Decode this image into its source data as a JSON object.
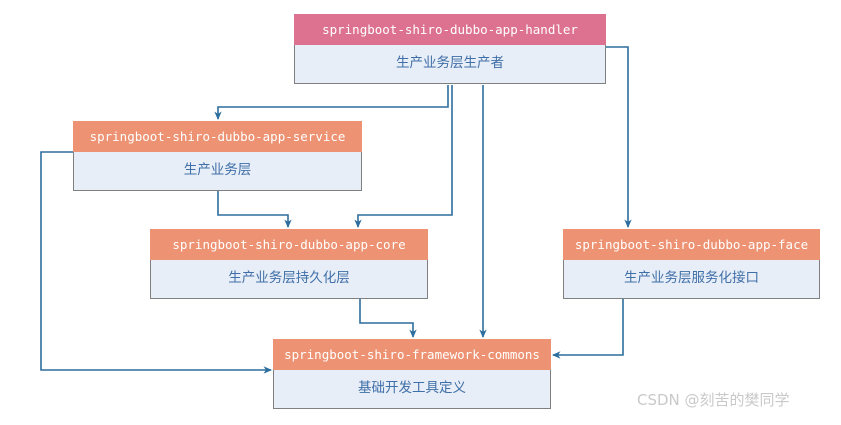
{
  "diagram": {
    "type": "architecture-module-dependency-diagram",
    "colors": {
      "header_root": "#dd7290",
      "header_module": "#ed9272",
      "body_fill": "#e8eef7",
      "body_border": "#808080",
      "connector": "#2d6e9e",
      "body_text": "#3f6fa8",
      "header_text": "#ffffff",
      "watermark": "#c9c9c9",
      "background": "#ffffff"
    },
    "nodes": [
      {
        "id": "handler",
        "title": "springboot-shiro-dubbo-app-handler",
        "subtitle": "生产业务层生产者",
        "header_color": "#dd7290"
      },
      {
        "id": "service",
        "title": "springboot-shiro-dubbo-app-service",
        "subtitle": "生产业务层",
        "header_color": "#ed9272"
      },
      {
        "id": "core",
        "title": "springboot-shiro-dubbo-app-core",
        "subtitle": "生产业务层持久化层",
        "header_color": "#ed9272"
      },
      {
        "id": "face",
        "title": "springboot-shiro-dubbo-app-face",
        "subtitle": "生产业务层服务化接口",
        "header_color": "#ed9272"
      },
      {
        "id": "commons",
        "title": "springboot-shiro-framework-commons",
        "subtitle": "基础开发工具定义",
        "header_color": "#ed9272"
      }
    ],
    "edges": [
      {
        "from": "handler",
        "to": "service",
        "style": "orthogonal-arrow"
      },
      {
        "from": "handler",
        "to": "core",
        "style": "orthogonal-arrow"
      },
      {
        "from": "handler",
        "to": "face",
        "style": "orthogonal-arrow"
      },
      {
        "from": "handler",
        "to": "commons",
        "style": "orthogonal-arrow"
      },
      {
        "from": "service",
        "to": "core",
        "style": "orthogonal-arrow"
      },
      {
        "from": "service",
        "to": "commons",
        "style": "orthogonal-arrow"
      },
      {
        "from": "core",
        "to": "commons",
        "style": "orthogonal-arrow"
      },
      {
        "from": "face",
        "to": "commons",
        "style": "orthogonal-arrow"
      }
    ]
  },
  "watermark": {
    "text": "CSDN @刻苦的樊同学"
  }
}
